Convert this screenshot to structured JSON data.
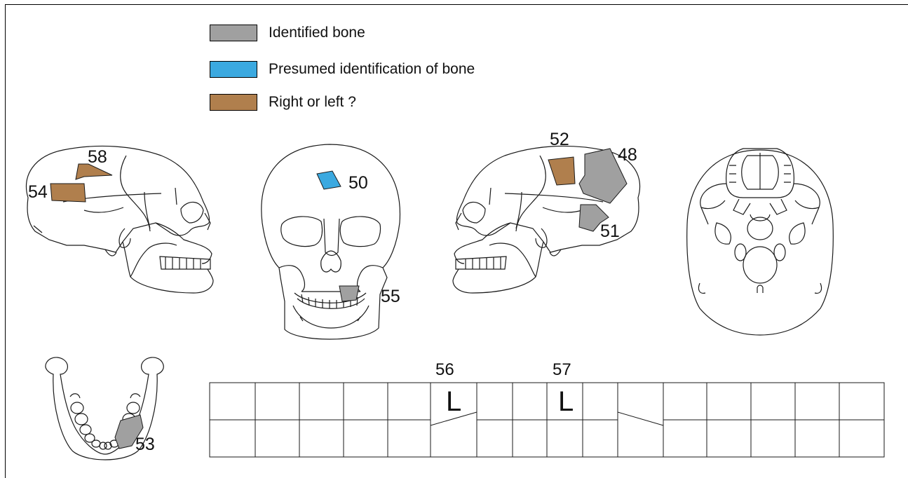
{
  "legend": [
    {
      "label": "Identified bone",
      "color": "#a0a0a0"
    },
    {
      "label": "Presumed identification of bone",
      "color": "#3ba9e0"
    },
    {
      "label": "Right or left ?",
      "color": "#b07f4d"
    }
  ],
  "bone_labels": {
    "b48": "48",
    "b50": "50",
    "b51": "51",
    "b52": "52",
    "b53": "53",
    "b54": "54",
    "b55": "55",
    "b58": "58"
  },
  "tooth_labels": {
    "t56": "56",
    "t57": "57"
  },
  "side_marks": {
    "t56": "L",
    "t57": "L"
  },
  "colors": {
    "identified": "#a0a0a0",
    "presumed": "#3ba9e0",
    "side_unknown": "#b07f4d",
    "line": "#1a1a1a"
  },
  "views": [
    "left-lateral-skull",
    "frontal-skull",
    "right-lateral-skull",
    "basal-skull",
    "mandible-occlusal",
    "dental-chart"
  ]
}
